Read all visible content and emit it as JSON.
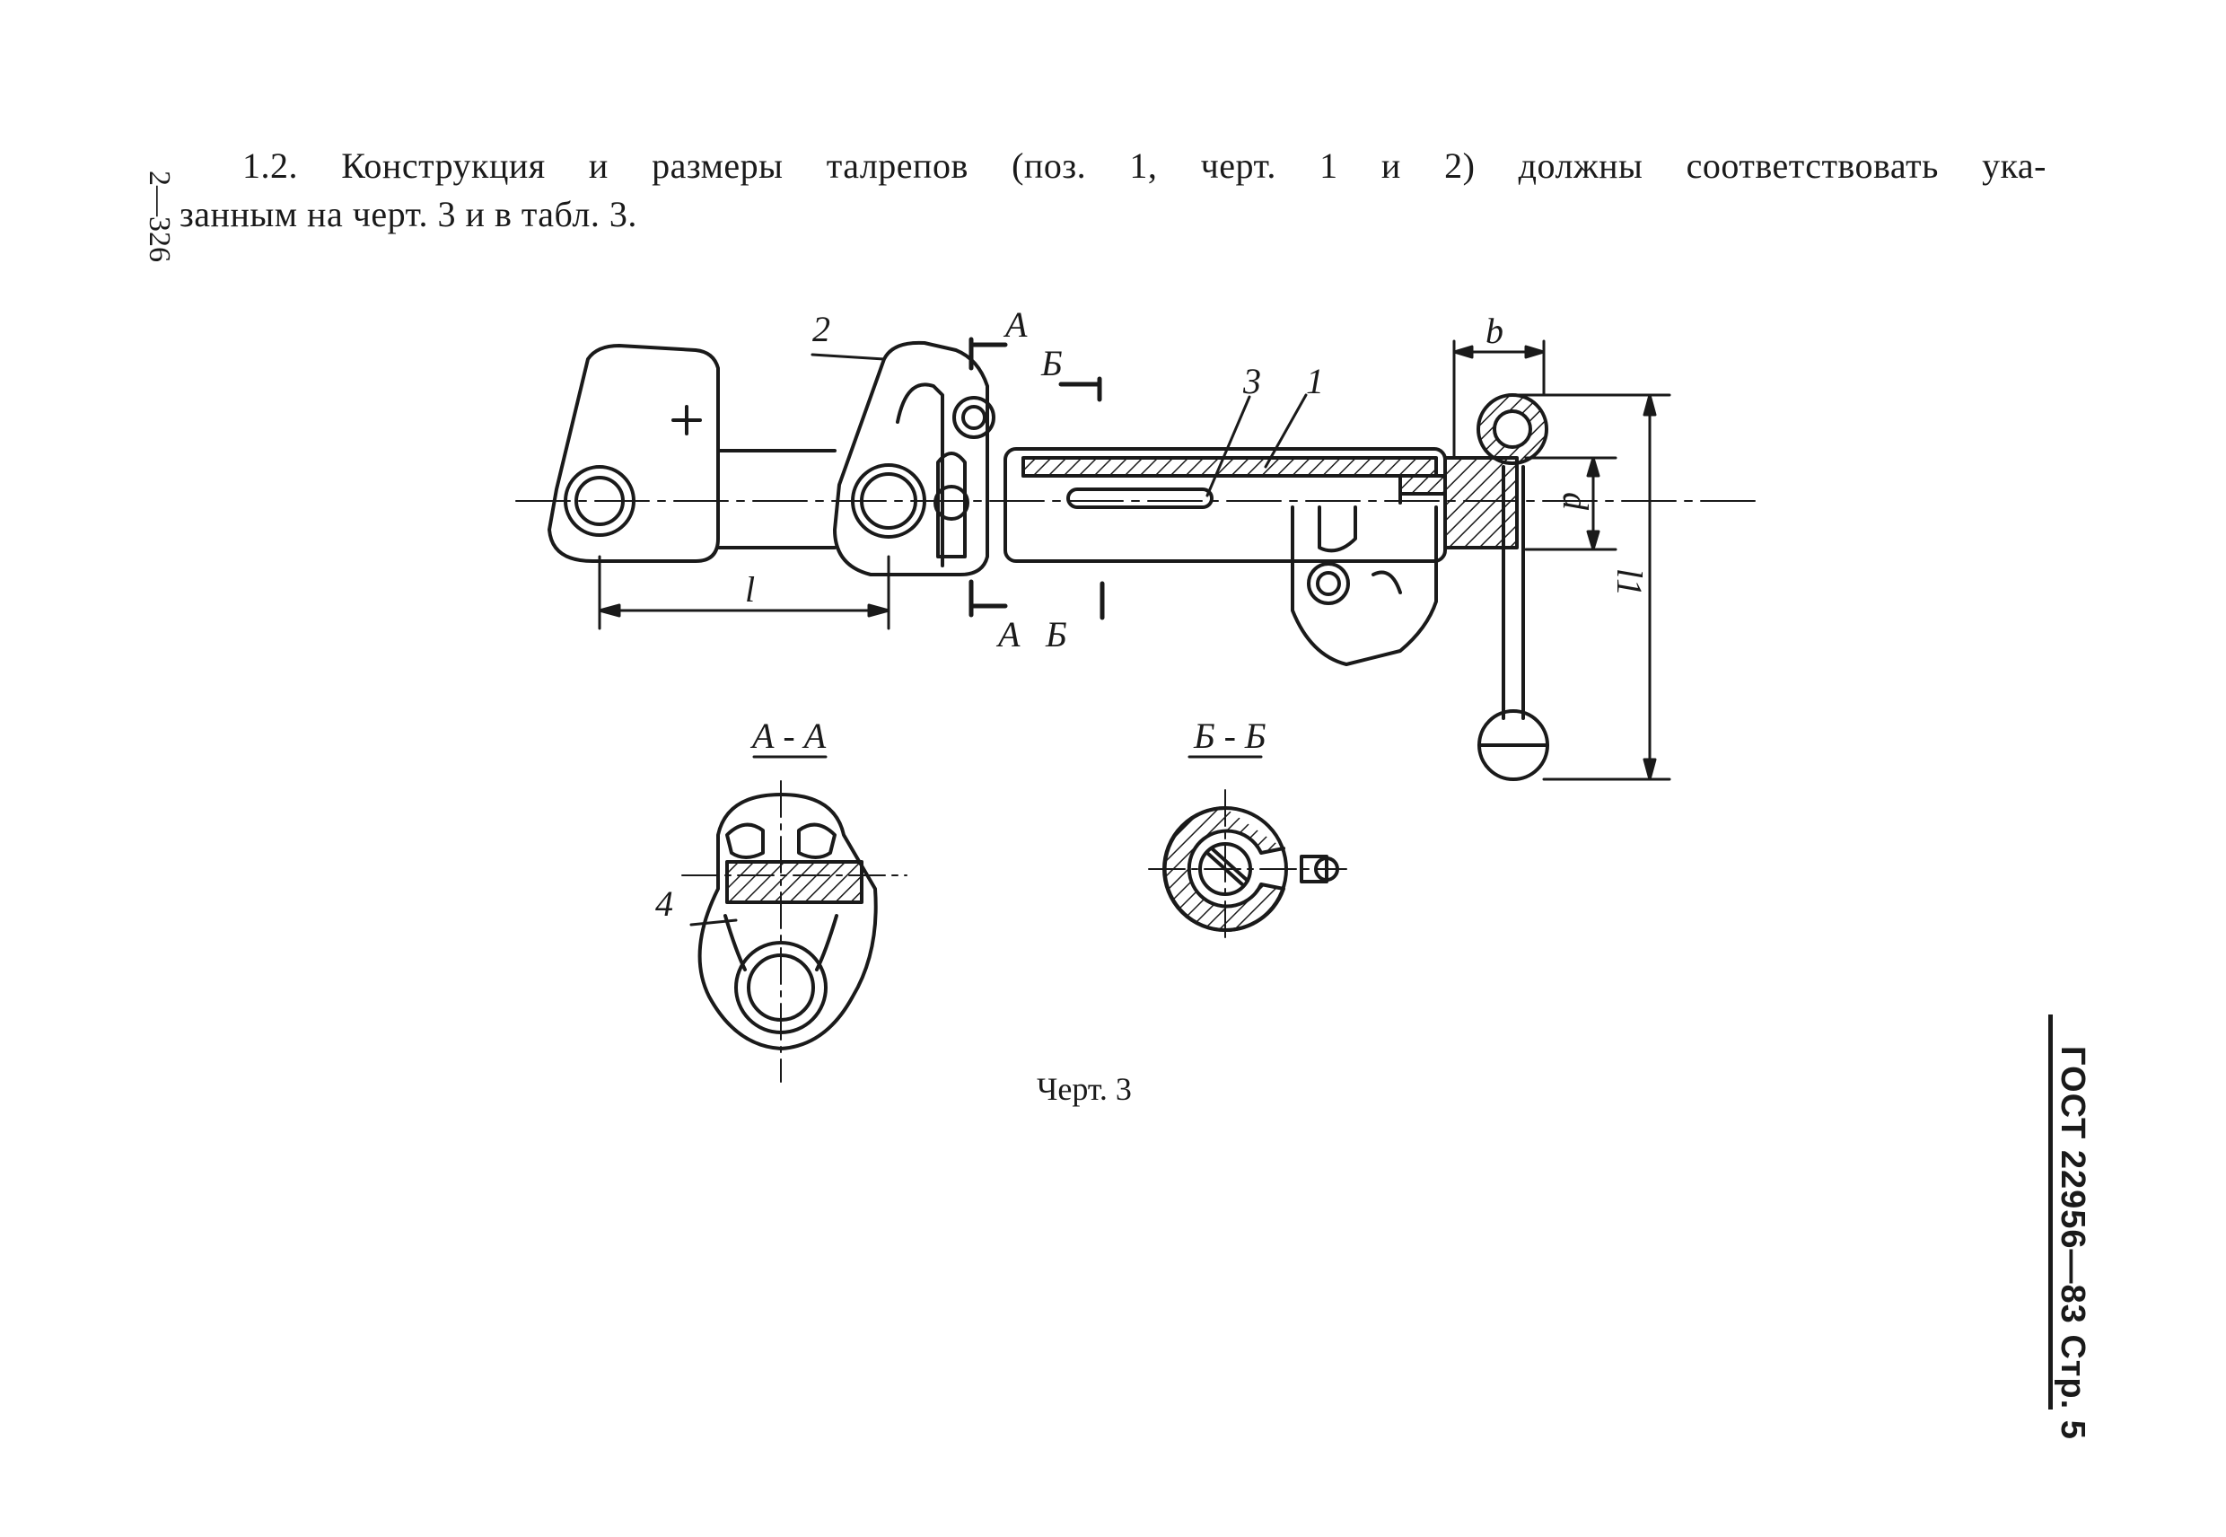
{
  "paragraph": {
    "line1": "1.2. Конструкция  и размеры талрепов  (поз. 1, черт. 1 и 2) должны соответствовать ука-",
    "line2": "занным на черт. 3 и в табл. 3."
  },
  "side_page_number": "2—326",
  "gost_label": "ГОСТ 22956—83 Стр. 5",
  "figure": {
    "caption": "Черт. 3",
    "labels": {
      "pos1": "1",
      "pos2": "2",
      "pos3": "3",
      "pos4": "4",
      "section_a": "А",
      "section_b": "Б",
      "dim_l": "l",
      "dim_b": "b",
      "dim_d": "d",
      "dim_l1": "l1",
      "view_aa": "А - А",
      "view_bb": "Б - Б"
    }
  }
}
